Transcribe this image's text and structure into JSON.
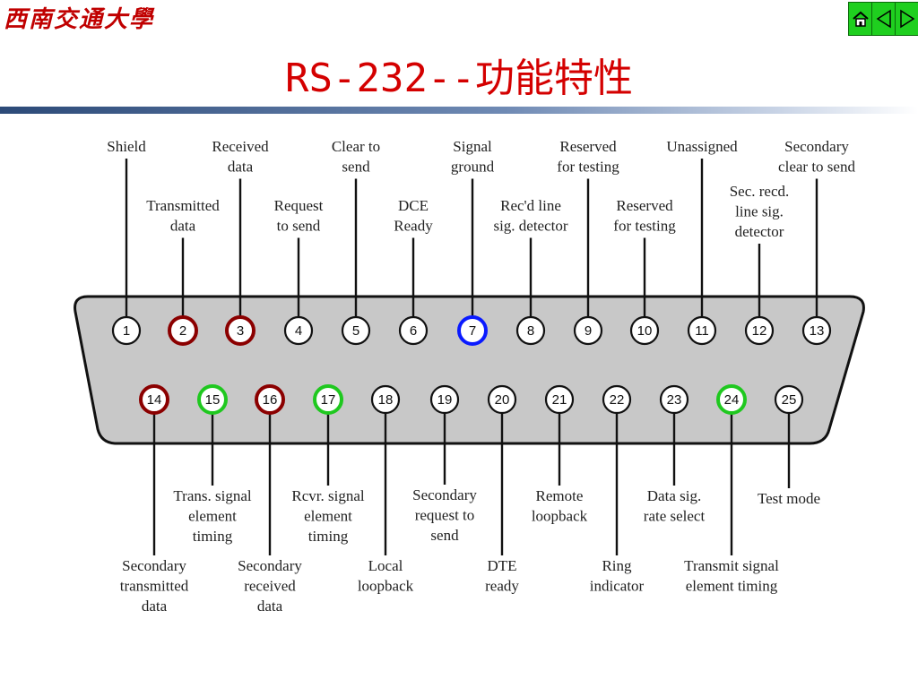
{
  "header": {
    "logo_text": "西南交通大學"
  },
  "nav": {
    "home_icon": "home-icon",
    "prev_icon": "triangle-left-icon",
    "next_icon": "triangle-right-icon"
  },
  "title": "RS-232--功能特性",
  "colors": {
    "title": "#d40000",
    "ring_red": "#8b0000",
    "ring_green": "#1fc81f",
    "ring_blue": "#0a1aff",
    "connector": "#c8c8c8",
    "nav_green": "#1fcf1f"
  },
  "pins": [
    {
      "num": "1",
      "ring": "black",
      "labels": [
        "Shield"
      ]
    },
    {
      "num": "2",
      "ring": "red",
      "labels": [
        "Transmitted",
        "data"
      ]
    },
    {
      "num": "3",
      "ring": "red",
      "labels": [
        "Received",
        "data"
      ]
    },
    {
      "num": "4",
      "ring": "black",
      "labels": [
        "Request",
        "to send"
      ]
    },
    {
      "num": "5",
      "ring": "black",
      "labels": [
        "Clear to",
        "send"
      ]
    },
    {
      "num": "6",
      "ring": "black",
      "labels": [
        "DCE",
        "Ready"
      ]
    },
    {
      "num": "7",
      "ring": "blue",
      "labels": [
        "Signal",
        "ground"
      ]
    },
    {
      "num": "8",
      "ring": "black",
      "labels": [
        "Rec'd line",
        "sig. detector"
      ]
    },
    {
      "num": "9",
      "ring": "black",
      "labels": [
        "Reserved",
        "for testing"
      ]
    },
    {
      "num": "10",
      "ring": "black",
      "labels": [
        "Reserved",
        "for testing"
      ]
    },
    {
      "num": "11",
      "ring": "black",
      "labels": [
        "Unassigned"
      ]
    },
    {
      "num": "12",
      "ring": "black",
      "labels": [
        "Sec. recd.",
        "line sig.",
        "detector"
      ]
    },
    {
      "num": "13",
      "ring": "black",
      "labels": [
        "Secondary",
        "clear to send"
      ]
    },
    {
      "num": "14",
      "ring": "red",
      "labels": [
        "Secondary",
        "transmitted",
        "data"
      ]
    },
    {
      "num": "15",
      "ring": "green",
      "labels": [
        "Trans. signal",
        "element",
        "timing"
      ]
    },
    {
      "num": "16",
      "ring": "red",
      "labels": [
        "Secondary",
        "received",
        "data"
      ]
    },
    {
      "num": "17",
      "ring": "green",
      "labels": [
        "Rcvr. signal",
        "element",
        "timing"
      ]
    },
    {
      "num": "18",
      "ring": "black",
      "labels": [
        "Local",
        "loopback"
      ]
    },
    {
      "num": "19",
      "ring": "black",
      "labels": [
        "Secondary",
        "request to",
        "send"
      ]
    },
    {
      "num": "20",
      "ring": "black",
      "labels": [
        "DTE",
        "ready"
      ]
    },
    {
      "num": "21",
      "ring": "black",
      "labels": [
        "Remote",
        "loopback"
      ]
    },
    {
      "num": "22",
      "ring": "black",
      "labels": [
        "Ring",
        "indicator"
      ]
    },
    {
      "num": "23",
      "ring": "black",
      "labels": [
        "Data sig.",
        "rate select"
      ]
    },
    {
      "num": "24",
      "ring": "green",
      "labels": [
        "Transmit signal",
        "element timing"
      ]
    },
    {
      "num": "25",
      "ring": "black",
      "labels": [
        "Test mode"
      ]
    }
  ]
}
